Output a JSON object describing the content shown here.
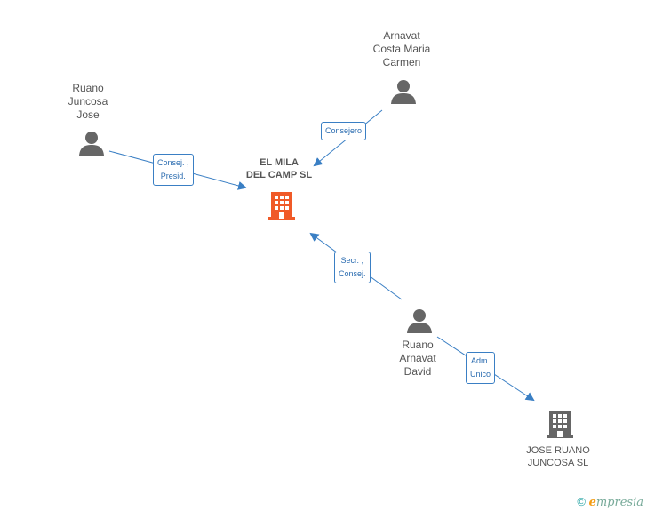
{
  "nodes": {
    "center": {
      "lines": [
        "EL MILA",
        "DEL CAMP SL"
      ],
      "color": "#f05a28"
    },
    "arnavat_costa": {
      "lines": [
        "Arnavat",
        "Costa Maria",
        "Carmen"
      ]
    },
    "ruano_jose": {
      "lines": [
        "Ruano",
        "Juncosa",
        "Jose"
      ]
    },
    "ruano_david": {
      "lines": [
        "Ruano",
        "Arnavat",
        "David"
      ]
    },
    "jose_ruano_sl": {
      "lines": [
        "JOSE RUANO",
        "JUNCOSA SL"
      ],
      "color": "#666666"
    }
  },
  "edges": {
    "consejero": {
      "lines": [
        "Consejero"
      ]
    },
    "consej_presid": {
      "lines": [
        "Consej. ,",
        "Presid."
      ]
    },
    "secr_consej": {
      "lines": [
        "Secr. ,",
        "Consej."
      ]
    },
    "adm_unico": {
      "lines": [
        "Adm.",
        "Unico"
      ]
    }
  },
  "colors": {
    "edge": "#3a7fc4",
    "person": "#666666",
    "label_text": "#555555"
  },
  "footer": {
    "copyright": "©",
    "brand_e": "e",
    "brand_rest": "mpresia"
  }
}
